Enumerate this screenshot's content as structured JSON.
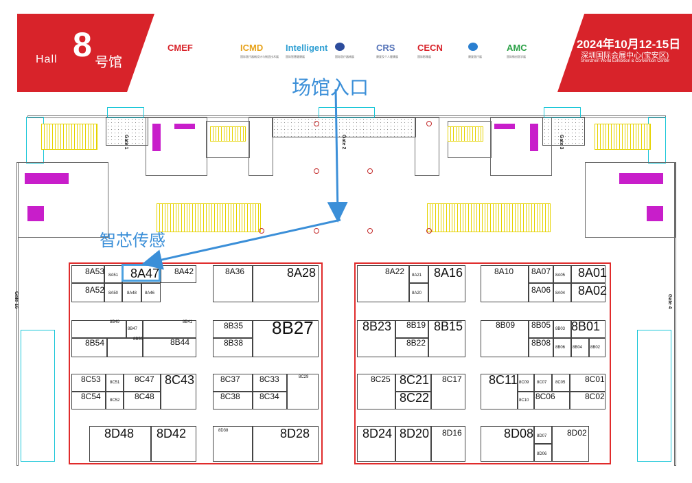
{
  "header": {
    "hall_en": "Hall",
    "hall_number": "8",
    "hall_cn": "号馆",
    "date": "2024年10月12-15日",
    "venue_cn": "深圳国际会展中心(宝安区)",
    "venue_en": "Shenzhen World Exhibition & Convention Center",
    "logos": [
      {
        "name": "CMEF",
        "color": "#d8232a",
        "sub": ""
      },
      {
        "name": "ICMD",
        "color": "#e7a21a",
        "sub": "国际医疗器械设计与制造技术展"
      },
      {
        "name": "Intelligent",
        "color": "#2f9fd3",
        "sub": "国际智慧健康展"
      },
      {
        "name": "",
        "color": "#2c4c9c",
        "sub": "国际医疗器械展"
      },
      {
        "name": "CRS",
        "color": "#5573b8",
        "sub": "康复及个人健康展"
      },
      {
        "name": "CECN",
        "color": "#d8232a",
        "sub": "国际影像展"
      },
      {
        "name": "",
        "color": "#2a7fd0",
        "sub": "康复医疗展"
      },
      {
        "name": "AMC",
        "color": "#29a045",
        "sub": "国际微创医学展"
      }
    ],
    "colors": {
      "brand_red": "#d8232a",
      "annotation_blue": "#3b8fd8"
    }
  },
  "annotations": {
    "entrance": "场馆入口",
    "exhibitor": "智芯传感",
    "highlight_booth": "8A47"
  },
  "gates": [
    "Gate 1",
    "Gate 2",
    "Gate 3",
    "Gate 4",
    "Gate 16"
  ],
  "booths": [
    {
      "id": "8A53",
      "s": "s12"
    },
    {
      "id": "8A51",
      "s": "s6"
    },
    {
      "id": "8A47",
      "s": "s18"
    },
    {
      "id": "8A42",
      "s": "s12"
    },
    {
      "id": "8A52",
      "s": "s12"
    },
    {
      "id": "8A50",
      "s": "s6"
    },
    {
      "id": "8A48",
      "s": "s6"
    },
    {
      "id": "8A46",
      "s": "s6"
    },
    {
      "id": "8A36",
      "s": "s12"
    },
    {
      "id": "8A28",
      "s": "s18"
    },
    {
      "id": "8B49",
      "s": "s6"
    },
    {
      "id": "8B47",
      "s": "s6"
    },
    {
      "id": "8B41",
      "s": "s6"
    },
    {
      "id": "8B50",
      "s": "s6"
    },
    {
      "id": "8B54",
      "s": "s12"
    },
    {
      "id": "8B44",
      "s": "s12"
    },
    {
      "id": "8B35",
      "s": "s12"
    },
    {
      "id": "8B38",
      "s": "s12"
    },
    {
      "id": "8B27",
      "s": "s26"
    },
    {
      "id": "8C53",
      "s": "s12"
    },
    {
      "id": "8C51",
      "s": "s6"
    },
    {
      "id": "8C47",
      "s": "s12"
    },
    {
      "id": "8C43",
      "s": "s18"
    },
    {
      "id": "8C54",
      "s": "s12"
    },
    {
      "id": "8C52",
      "s": "s6"
    },
    {
      "id": "8C48",
      "s": "s12"
    },
    {
      "id": "8C37",
      "s": "s12"
    },
    {
      "id": "8C33",
      "s": "s12"
    },
    {
      "id": "8C29",
      "s": "s6"
    },
    {
      "id": "8C38",
      "s": "s12"
    },
    {
      "id": "8C34",
      "s": "s12"
    },
    {
      "id": "8D48",
      "s": "s18"
    },
    {
      "id": "8D42",
      "s": "s18"
    },
    {
      "id": "8D38",
      "s": "s6"
    },
    {
      "id": "8D28",
      "s": "s18"
    },
    {
      "id": "8A22",
      "s": "s12"
    },
    {
      "id": "8A21",
      "s": "s6"
    },
    {
      "id": "8A20",
      "s": "s6"
    },
    {
      "id": "8A16",
      "s": "s18"
    },
    {
      "id": "8A10",
      "s": "s12"
    },
    {
      "id": "8A07",
      "s": "s12"
    },
    {
      "id": "8A05",
      "s": "s6"
    },
    {
      "id": "8A01",
      "s": "s18"
    },
    {
      "id": "8A06",
      "s": "s12"
    },
    {
      "id": "8A04",
      "s": "s6"
    },
    {
      "id": "8A02",
      "s": "s18"
    },
    {
      "id": "8B23",
      "s": "s18"
    },
    {
      "id": "8B19",
      "s": "s12"
    },
    {
      "id": "8B15",
      "s": "s18"
    },
    {
      "id": "8B22",
      "s": "s12"
    },
    {
      "id": "8B09",
      "s": "s12"
    },
    {
      "id": "8B05",
      "s": "s12"
    },
    {
      "id": "8B03",
      "s": "s6"
    },
    {
      "id": "8B01",
      "s": "s18"
    },
    {
      "id": "8B08",
      "s": "s12"
    },
    {
      "id": "8B06",
      "s": "s6"
    },
    {
      "id": "8B04",
      "s": "s6"
    },
    {
      "id": "8B02",
      "s": "s6"
    },
    {
      "id": "8C25",
      "s": "s12"
    },
    {
      "id": "8C21",
      "s": "s18"
    },
    {
      "id": "8C17",
      "s": "s12"
    },
    {
      "id": "8C22",
      "s": "s18"
    },
    {
      "id": "8C11",
      "s": "s18"
    },
    {
      "id": "8C09",
      "s": "s6"
    },
    {
      "id": "8C07",
      "s": "s6"
    },
    {
      "id": "8C05",
      "s": "s6"
    },
    {
      "id": "8C01",
      "s": "s12"
    },
    {
      "id": "8C10",
      "s": "s6"
    },
    {
      "id": "8C06",
      "s": "s12"
    },
    {
      "id": "8C02",
      "s": "s12"
    },
    {
      "id": "8D24",
      "s": "s18"
    },
    {
      "id": "8D20",
      "s": "s18"
    },
    {
      "id": "8D16",
      "s": "s12"
    },
    {
      "id": "8D08",
      "s": "s18"
    },
    {
      "id": "8D07",
      "s": "s6"
    },
    {
      "id": "8D06",
      "s": "s6"
    },
    {
      "id": "8D02",
      "s": "s12"
    }
  ]
}
